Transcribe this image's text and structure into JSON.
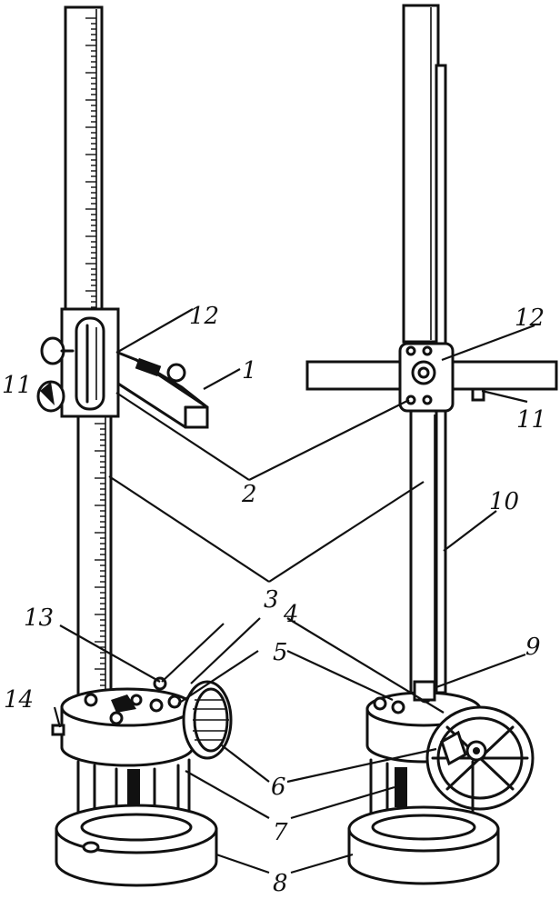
{
  "labels": {
    "l1": "1",
    "l2": "2",
    "l3": "3",
    "l4": "4",
    "l5": "5",
    "l6": "6",
    "l7": "7",
    "l8": "8",
    "l9": "9",
    "l10": "10",
    "l11a": "11",
    "l11b": "11",
    "l12a": "12",
    "l12b": "12",
    "l13": "13",
    "l14": "14"
  }
}
